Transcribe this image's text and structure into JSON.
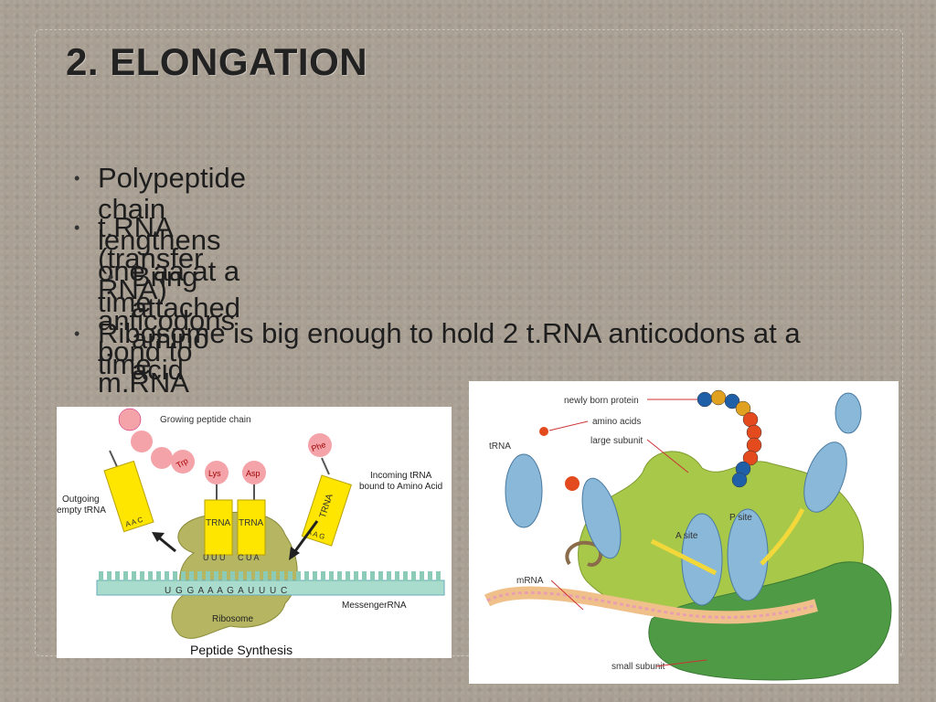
{
  "slide": {
    "title": "2. ELONGATION",
    "bullets": [
      "Polypeptide chain lengthens one aa at a time",
      "t.RNA (transfer RNA) anticodons bond to m.RNA",
      "Bring attached amino acid",
      "Ribosome is big enough to hold 2 t.RNA anticodons at a time"
    ],
    "bullet_marker": "•"
  },
  "left_figure": {
    "growing_chain": "Growing peptide chain",
    "trp": "Trp",
    "lys": "Lys",
    "asp": "Asp",
    "phe": "Phe",
    "trna": "TRNA",
    "trna_left": "TRNA",
    "trna_right": "TRNA",
    "incoming_line1": "Incoming tRNA",
    "incoming_line2": "bound to Amino Acid",
    "outgoing_line1": "Outgoing",
    "outgoing_line2": "empty tRNA",
    "aac": "A A C",
    "aag": "A A G",
    "uuu": "U U U",
    "cua": "C U A",
    "mrna_seq": "U G G A A A G A U U U C",
    "messenger": "MessengerRNA",
    "ribosome": "Ribosome",
    "caption": "Peptide Synthesis"
  },
  "right_figure": {
    "newly_born_protein": "newly born protein",
    "amino_acids": "amino acids",
    "large_subunit": "large subunit",
    "trna": "tRNA",
    "p_site": "P site",
    "a_site": "A site",
    "mrna": "mRNA",
    "small_subunit": "small subunit"
  }
}
